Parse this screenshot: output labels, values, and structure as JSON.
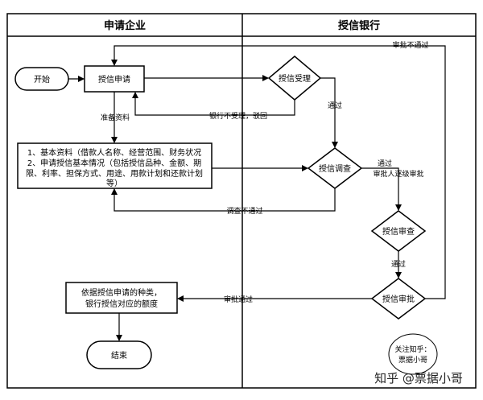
{
  "lanes": {
    "left": "申请企业",
    "right": "授信银行"
  },
  "nodes": {
    "start": "开始",
    "apply": "授信申请",
    "materials_line1": "1、基本资料（借款人名称、经营范围、财务状况",
    "materials_line2": "2、申请授信基本情况（包括授信品种、金额、期",
    "materials_line3": "限、利率、担保方式、用途、用款计划和还款计划",
    "materials_line4": "等）",
    "accept": "授信受理",
    "investigate": "授信调查",
    "review": "授信审查",
    "approve": "授信审批",
    "amount_line1": "依据授信申请的种类，",
    "amount_line2": "银行授信对应的额度",
    "end": "结束"
  },
  "edges": {
    "prepare": "准备资料",
    "reject_accept": "银行不受理，驳回",
    "pass1": "通过",
    "investigate_fail": "调查不通过",
    "pass2_line1": "通过",
    "pass2_line2": "审批人逐级审批",
    "pass3": "通过",
    "approve_fail": "审批不通过",
    "approve_pass": "审批通过"
  },
  "stamp": {
    "line1": "关注知乎：",
    "line2": "票据小哥"
  },
  "watermark": "知乎 @票据小哥"
}
